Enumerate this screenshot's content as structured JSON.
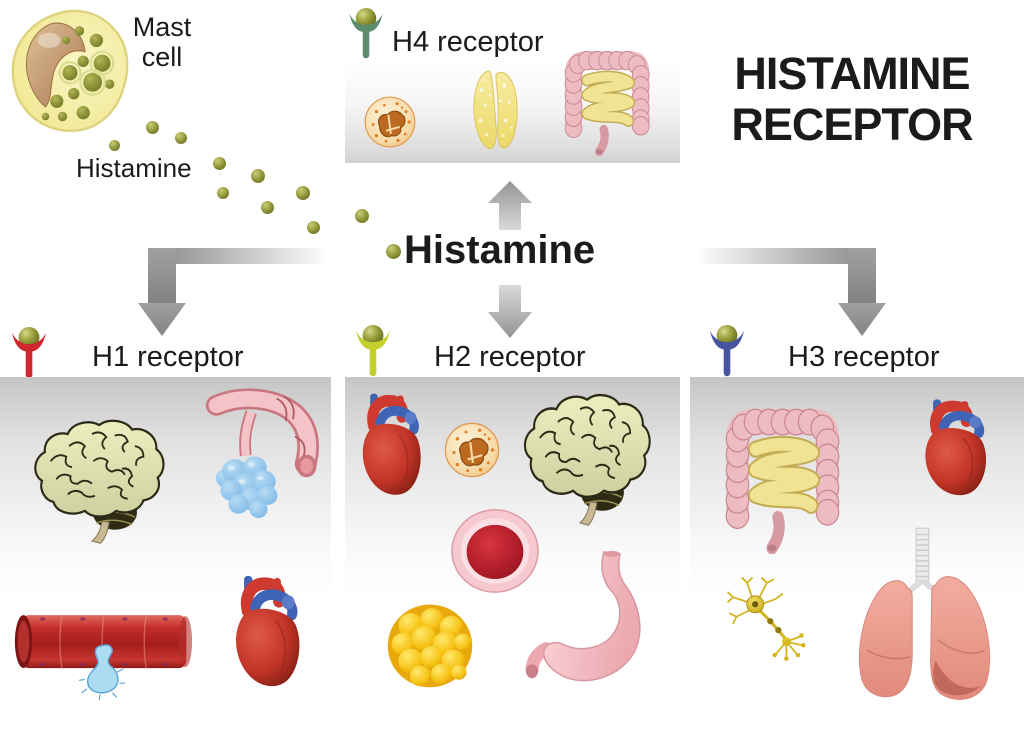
{
  "title": {
    "line1": "HISTAMINE",
    "line2": "RECEPTOR"
  },
  "mast_cell": {
    "label_line1": "Mast",
    "label_line2": "cell"
  },
  "histamine": {
    "release_label": "Histamine",
    "center_label": "Histamine"
  },
  "receptors": {
    "h4": {
      "label": "H4 receptor",
      "color": "#5d8b6d",
      "organs": [
        "white-blood-cell",
        "thymus",
        "intestine"
      ]
    },
    "h1": {
      "label": "H1 receptor",
      "color": "#cf2630",
      "organs": [
        "brain",
        "bronchiole-alveoli",
        "blood-vessel-leak",
        "heart"
      ]
    },
    "h2": {
      "label": "H2 receptor",
      "color": "#c5d02e",
      "organs": [
        "heart",
        "white-blood-cell",
        "brain",
        "blood-vessel-cross-section",
        "adipose-tissue",
        "stomach"
      ]
    },
    "h3": {
      "label": "H3 receptor",
      "color": "#47549f",
      "organs": [
        "intestine",
        "heart",
        "neuron",
        "lungs"
      ]
    }
  },
  "colors": {
    "histamine_dot": "#8b8f35",
    "arrow": "#969696",
    "panel_top_gray": "#c6c6c6",
    "text": "#1b1b1b"
  }
}
